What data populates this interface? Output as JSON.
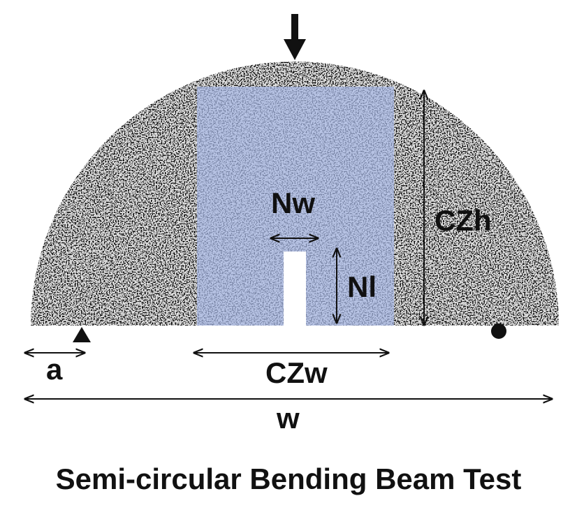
{
  "title": "Semi-circular Bending Beam Test",
  "labels": {
    "notch_width": "Nw",
    "notch_length": "Nl",
    "cohesive_zone_height": "CZh",
    "cohesive_zone_width": "CZw",
    "support_distance": "a",
    "specimen_width": "w"
  },
  "colors": {
    "cohesive_zone": "#a8b9e6",
    "specimen_light": "#e4e4e4",
    "specimen_dark": "#3a3a3a",
    "notch": "#ffffff",
    "ink": "#111111"
  },
  "icons": {
    "load": "load-arrow-icon",
    "pin_support": "triangle-support-icon",
    "roller_support": "roller-support-icon"
  }
}
